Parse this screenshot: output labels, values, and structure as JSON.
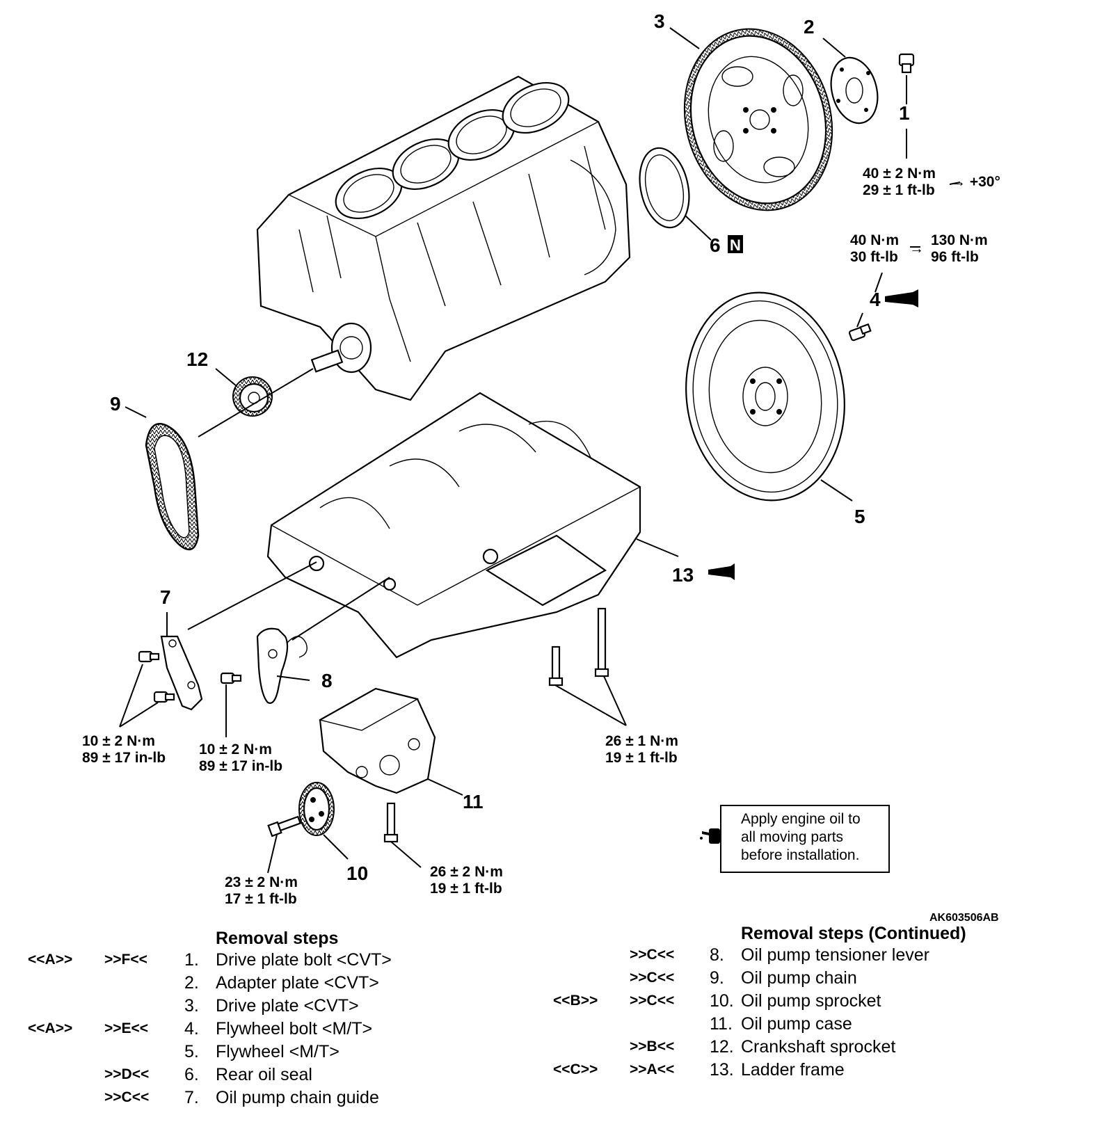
{
  "callouts": {
    "c1": "1",
    "c2": "2",
    "c3": "3",
    "c4": "4",
    "c5": "5",
    "c6": "6",
    "c6_badge": "N",
    "c7": "7",
    "c8": "8",
    "c9": "9",
    "c10": "10",
    "c11": "11",
    "c12": "12",
    "c13": "13"
  },
  "torques": {
    "t1_line1": "40 ± 2 N·m",
    "t1_line2": "29 ± 1 ft-lb",
    "t1_angle": "→ +30°",
    "t4_a1": "40 N·m",
    "t4_a2": "30 ft-lb",
    "t4_arrow": "→",
    "t4_b1": "130 N·m",
    "t4_b2": "96 ft-lb",
    "t7_line1": "10 ± 2 N·m",
    "t7_line2": "89 ± 17 in-lb",
    "t8_line1": "10 ± 2 N·m",
    "t8_line2": "89 ± 17 in-lb",
    "t13_line1": "26 ± 1 N·m",
    "t13_line2": "19 ± 1 ft-lb",
    "t10_line1": "23 ± 2 N·m",
    "t10_line2": "17 ± 1 ft-lb",
    "t11_line1": "26 ± 2 N·m",
    "t11_line2": "19 ± 1 ft-lb"
  },
  "note": {
    "line1": "Apply engine oil to",
    "line2": "all moving parts",
    "line3": "before installation."
  },
  "figure_id": "AK603506AB",
  "removal_left": {
    "title": "Removal steps",
    "items": [
      {
        "code1": "<<A>>",
        "code2": ">>F<<",
        "num": "1.",
        "label": "Drive plate bolt <CVT>"
      },
      {
        "code1": "",
        "code2": "",
        "num": "2.",
        "label": "Adapter plate <CVT>"
      },
      {
        "code1": "",
        "code2": "",
        "num": "3.",
        "label": "Drive plate <CVT>"
      },
      {
        "code1": "<<A>>",
        "code2": ">>E<<",
        "num": "4.",
        "label": "Flywheel bolt <M/T>"
      },
      {
        "code1": "",
        "code2": "",
        "num": "5.",
        "label": "Flywheel <M/T>"
      },
      {
        "code1": "",
        "code2": ">>D<<",
        "num": "6.",
        "label": "Rear oil seal"
      },
      {
        "code1": "",
        "code2": ">>C<<",
        "num": "7.",
        "label": "Oil pump chain guide"
      }
    ]
  },
  "removal_right": {
    "title": "Removal steps (Continued)",
    "items": [
      {
        "code1": "",
        "code2": ">>C<<",
        "num": "8.",
        "label": "Oil pump tensioner lever"
      },
      {
        "code1": "",
        "code2": ">>C<<",
        "num": "9.",
        "label": "Oil pump chain"
      },
      {
        "code1": "<<B>>",
        "code2": ">>C<<",
        "num": "10.",
        "label": "Oil pump sprocket"
      },
      {
        "code1": "",
        "code2": "",
        "num": "11.",
        "label": "Oil pump case"
      },
      {
        "code1": "",
        "code2": ">>B<<",
        "num": "12.",
        "label": "Crankshaft sprocket"
      },
      {
        "code1": "<<C>>",
        "code2": ">>A<<",
        "num": "13.",
        "label": "Ladder frame"
      }
    ]
  }
}
